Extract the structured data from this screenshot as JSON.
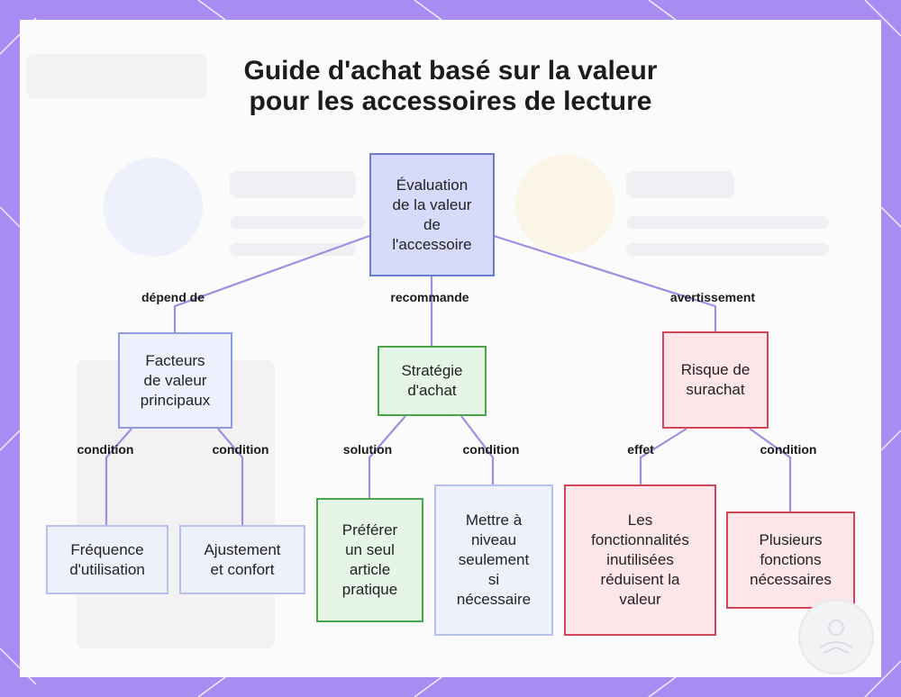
{
  "title": {
    "line1": "Guide d'achat basé sur la valeur",
    "line2": "pour les accessoires de lecture"
  },
  "nodes": {
    "root": [
      "Évaluation",
      "de la valeur",
      "de",
      "l'accessoire"
    ],
    "factors": [
      "Facteurs",
      "de valeur",
      "principaux"
    ],
    "strategy": [
      "Stratégie",
      "d'achat"
    ],
    "risk": [
      "Risque de",
      "surachat"
    ],
    "frequency": [
      "Fréquence",
      "d'utilisation"
    ],
    "fit": [
      "Ajustement",
      "et confort"
    ],
    "prefer": [
      "Préférer",
      "un seul",
      "article",
      "pratique"
    ],
    "upgrade": [
      "Mettre à",
      "niveau",
      "seulement",
      "si",
      "nécessaire"
    ],
    "unused": [
      "Les",
      "fonctionnalités",
      "inutilisées",
      "réduisent la",
      "valeur"
    ],
    "multi": [
      "Plusieurs",
      "fonctions",
      "nécessaires"
    ]
  },
  "edge_labels": {
    "depends": "dépend de",
    "recommends": "recommande",
    "warning": "avertissement",
    "cond_frequency": "condition",
    "cond_fit": "condition",
    "solution": "solution",
    "cond_upgrade": "condition",
    "effect": "effet",
    "cond_multi": "condition"
  },
  "colors": {
    "frame": "#a88cf2",
    "edge": "#a08ee0",
    "primary_fill": "#d6dbfb",
    "green_border": "#4aa44a",
    "red_border": "#d2465a"
  }
}
